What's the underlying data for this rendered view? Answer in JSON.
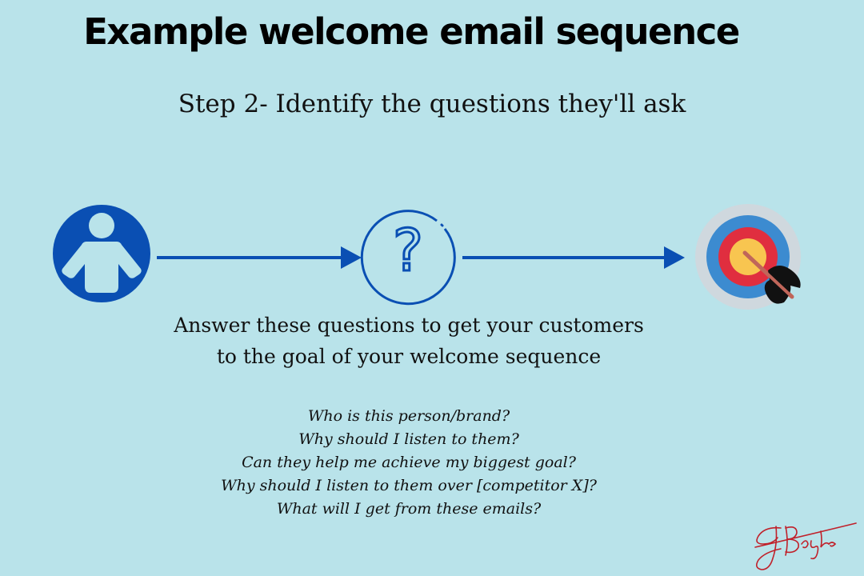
{
  "title": "Example welcome email sequence",
  "subtitle": "Step 2- Identify the questions they'll ask",
  "caption": {
    "line1": "Answer these questions to get your customers",
    "line2": "to the goal of your welcome sequence"
  },
  "questions": [
    "Who is this person/brand?",
    "Why should I listen to them?",
    "Can they help me achieve my biggest goal?",
    "Why should I listen to them over [competitor X]?",
    "What will I get from these emails?"
  ],
  "question_mark_glyph": "?",
  "icons": {
    "person": "person-icon",
    "question": "question-icon",
    "target": "target-icon",
    "signature": "signature-icon"
  },
  "colors": {
    "background": "#b9e3ea",
    "primary_blue": "#0a4fb3",
    "target_gray": "#cfd8de",
    "target_blue": "#3c8bd0",
    "target_red": "#e02e3f",
    "target_yellow": "#f8c550",
    "signature_red": "#c0202a"
  }
}
